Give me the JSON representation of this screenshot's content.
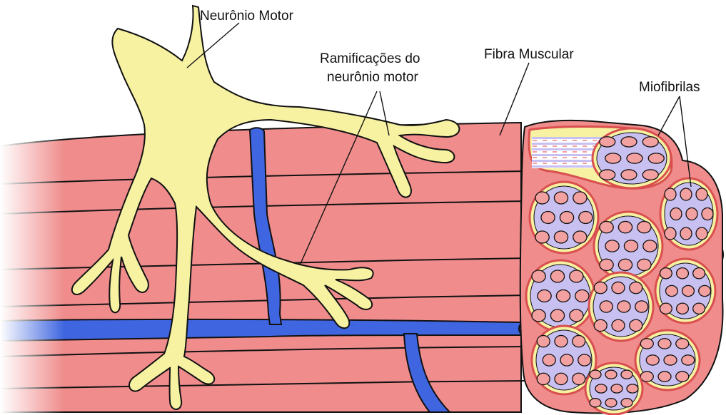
{
  "labels": {
    "motor_neuron": "Neurônio Motor",
    "branches_line1": "Ramificações do",
    "branches_line2": "neurônio motor",
    "muscle_fiber": "Fibra Muscular",
    "myofibrils": "Miofibrilas"
  },
  "colors": {
    "muscle": "#f08c8c",
    "muscle_dark": "#d94f4f",
    "neuron": "#f7f2a2",
    "vessel": "#3f66e0",
    "outline": "#111111",
    "myofibril": "#f3a0a0",
    "stripe": "#c9c0f2"
  }
}
